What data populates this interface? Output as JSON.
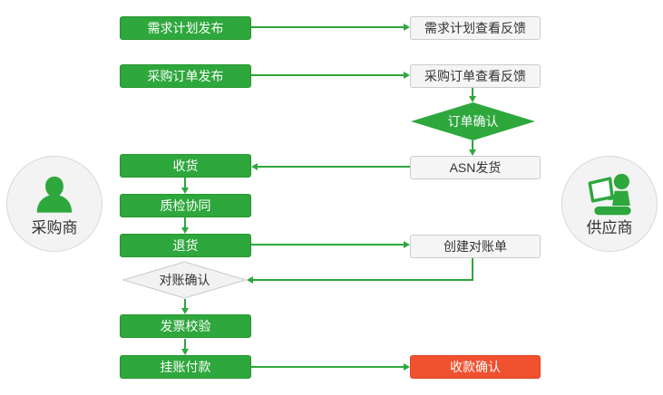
{
  "diagram": {
    "title_implicit": "",
    "actors": {
      "buyer": {
        "label": "采购商",
        "icon": "person-icon"
      },
      "supplier": {
        "label": "供应商",
        "icon": "person-laptop-icon"
      }
    },
    "nodes": {
      "demand_publish": "需求计划发布",
      "demand_feedback": "需求计划查看反馈",
      "po_publish": "采购订单发布",
      "po_feedback": "采购订单查看反馈",
      "order_confirm": "订单确认",
      "asn_ship": "ASN发货",
      "receive": "收货",
      "quality": "质检协同",
      "return_goods": "退货",
      "create_statement": "创建对账单",
      "recon_confirm": "对账确认",
      "invoice_check": "发票校验",
      "payment": "挂账付款",
      "collect_confirm": "收款确认"
    },
    "colors": {
      "green": "#2EA73C",
      "red": "#F0512E",
      "plain_bg": "#F5F5F5",
      "plain_border": "#CBCBCB",
      "text_dark": "#333333"
    }
  }
}
